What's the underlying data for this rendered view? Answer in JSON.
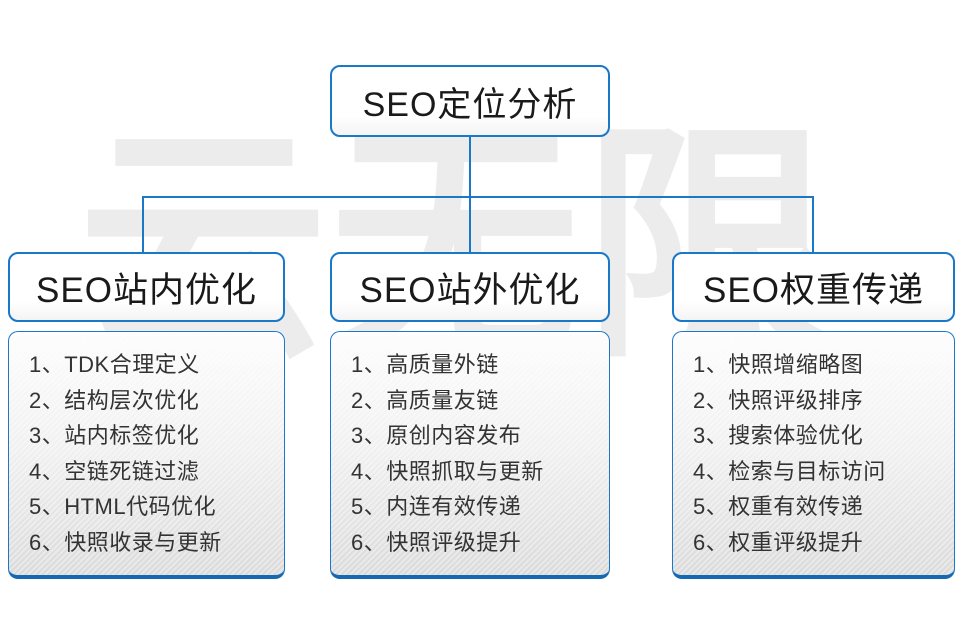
{
  "watermark": {
    "text": "云无限"
  },
  "root_node": {
    "label": "SEO定位分析"
  },
  "columns": [
    {
      "title": "SEO站内优化",
      "items": [
        "1、TDK合理定义",
        "2、结构层次优化",
        "3、站内标签优化",
        "4、空链死链过滤",
        "5、HTML代码优化",
        "6、快照收录与更新"
      ]
    },
    {
      "title": "SEO站外优化",
      "items": [
        "1、高质量外链",
        "2、高质量友链",
        "3、原创内容发布",
        "4、快照抓取与更新",
        "5、内连有效传递",
        "6、快照评级提升"
      ]
    },
    {
      "title": "SEO权重传递",
      "items": [
        "1、快照增缩略图",
        "2、快照评级排序",
        "3、搜索体验优化",
        "4、检索与目标访问",
        "5、权重有效传递",
        "6、权重评级提升"
      ]
    }
  ],
  "colors": {
    "connector_blue": "#1a78c8",
    "border_blue": "#1a78c8",
    "bottom_bar_blue": "#1568b2",
    "title_text": "#1a1a1a",
    "item_text": "#333333",
    "watermark_gray": "#ececec"
  }
}
